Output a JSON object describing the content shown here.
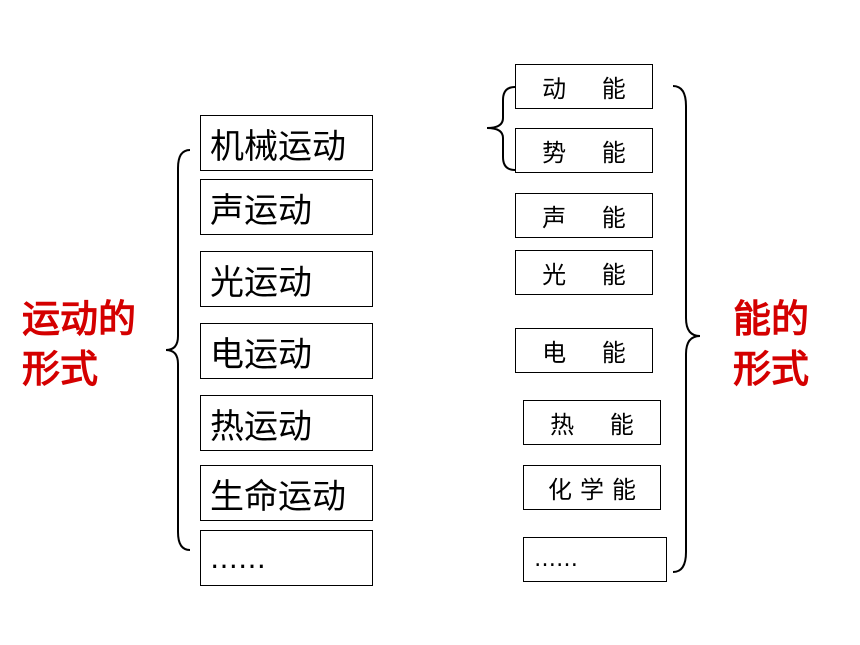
{
  "left_title": {
    "line1": "运动的",
    "line2": "形式"
  },
  "right_title": {
    "line1": "能的",
    "line2": "形式"
  },
  "motion_forms": [
    "机械运动",
    "声运动",
    "光运动",
    "电运动",
    "热运动",
    "生命运动",
    "……"
  ],
  "energy_forms": [
    "动 能",
    "势 能",
    "声 能",
    "光 能",
    "电 能",
    "热 能",
    "化学能",
    "……"
  ],
  "colors": {
    "title": "#d40000",
    "border": "#000000"
  }
}
